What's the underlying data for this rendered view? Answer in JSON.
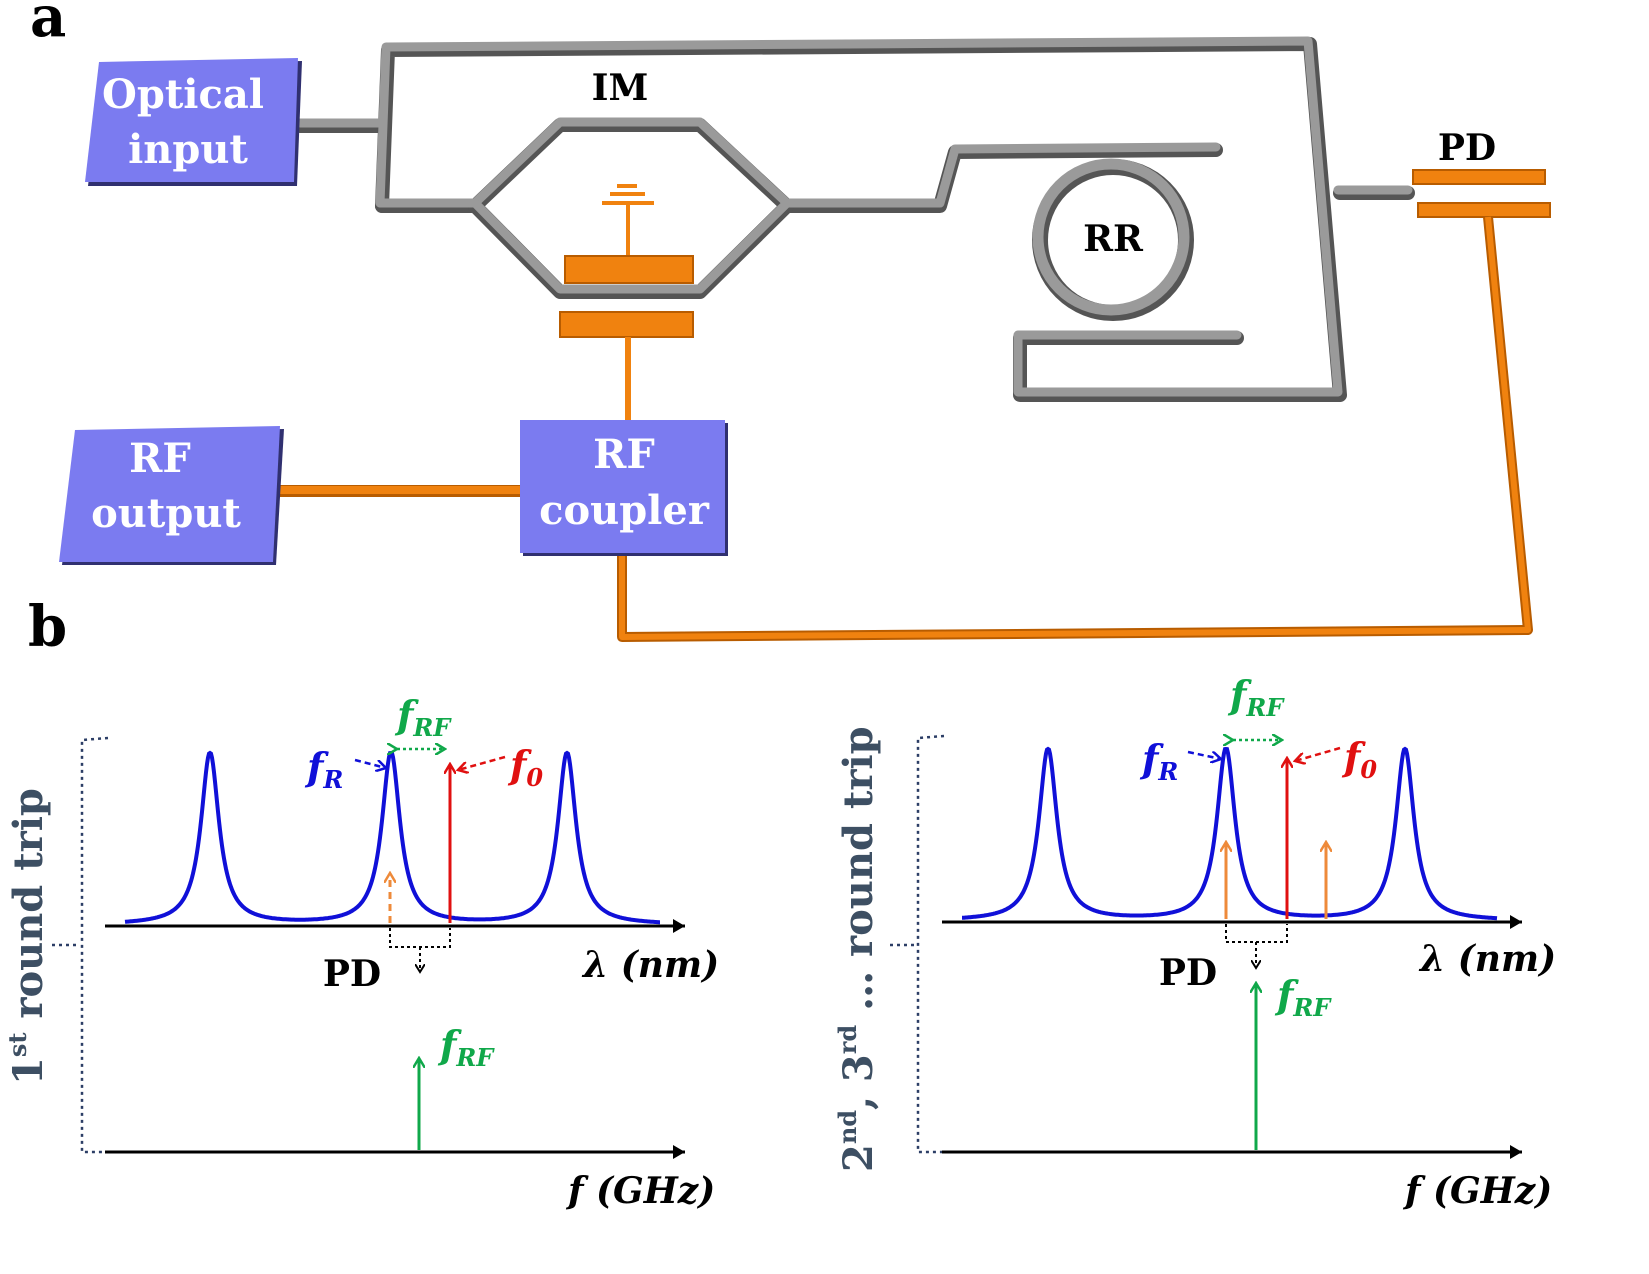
{
  "panels": {
    "a": "a",
    "b": "b"
  },
  "schematic": {
    "optical_input": [
      "Optical",
      "input"
    ],
    "im": "IM",
    "rr": "RR",
    "pd": "PD",
    "rf_output": [
      "RF",
      "output"
    ],
    "rf_coupler": [
      "RF",
      "coupler"
    ]
  },
  "spectra": {
    "left": {
      "side_label": {
        "pre": "1",
        "sup": "st",
        "post": " round trip"
      },
      "f_r": {
        "main": "f",
        "sub": "R"
      },
      "f_rf_top": {
        "main": "f",
        "sub": "RF"
      },
      "f_0": {
        "main": "f",
        "sub": "0"
      },
      "pd": "PD",
      "lambda_axis": "λ (nm)",
      "f_rf_bottom": {
        "main": "f",
        "sub": "RF"
      },
      "freq_axis": "f (GHz)"
    },
    "right": {
      "side_label": {
        "a": "2",
        "a_sup": "nd",
        "b": ", 3",
        "b_sup": "rd",
        "c": " … round trip"
      },
      "f_r": {
        "main": "f",
        "sub": "R"
      },
      "f_rf_top": {
        "main": "f",
        "sub": "RF"
      },
      "f_0": {
        "main": "f",
        "sub": "0"
      },
      "pd": "PD",
      "lambda_axis": "λ (nm)",
      "f_rf_bottom": {
        "main": "f",
        "sub": "RF"
      },
      "freq_axis": "f (GHz)"
    }
  },
  "colors": {
    "box": "#7b7bf0",
    "waveguide": "#8c8c8c",
    "electrode": "#f0820f",
    "resonance": "#1010d8",
    "carrier": "#e01010",
    "rf": "#10a84a",
    "sideband": "#ee8a3a"
  }
}
